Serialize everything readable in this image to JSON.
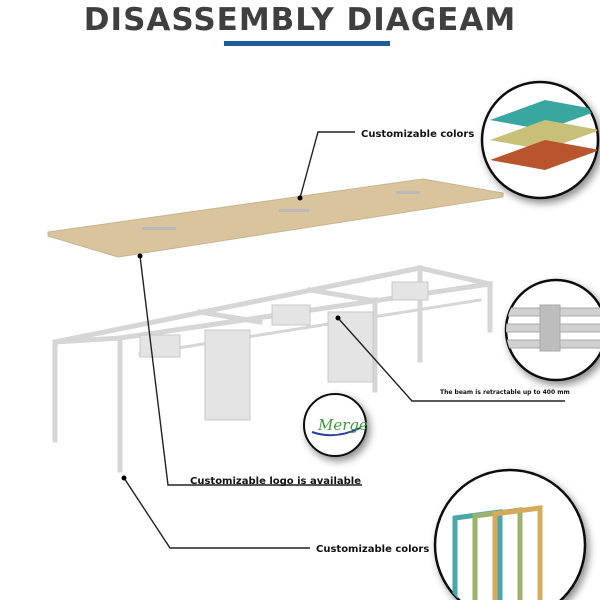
{
  "title": "DISASSEMBLY DIAGEAM",
  "colors": {
    "accent": "#1e5c9c",
    "tabletop": "#d9c49e",
    "frame": "#d8d8d8"
  },
  "callouts": {
    "top_colors": "Customizable colors",
    "beam": "The beam is retractable up to 400 mm",
    "logo": "Customizable logo is available",
    "frame_colors": "Customizable colors"
  },
  "logo_text": "Merge",
  "swatches": {
    "top": [
      "#3aa6a0",
      "#c8c078",
      "#b8552e"
    ],
    "frame": [
      "#4aa7a7",
      "#9cb26a",
      "#d7a95a"
    ]
  }
}
